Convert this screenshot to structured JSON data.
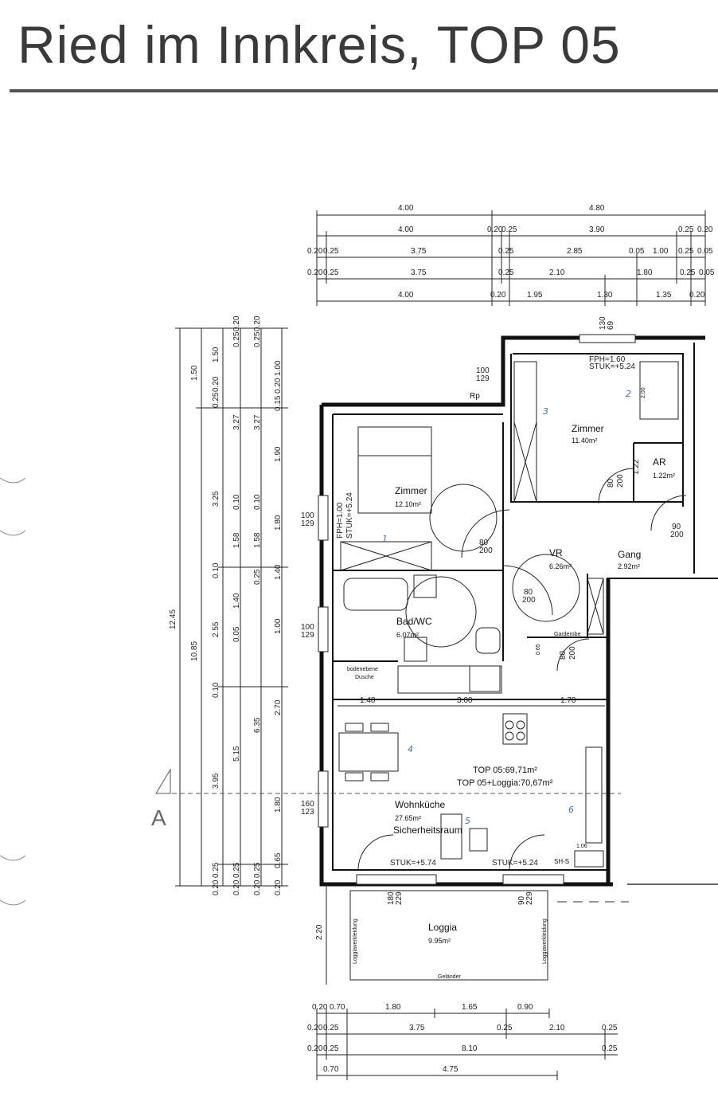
{
  "title": "Ried im Innkreis, TOP 05",
  "section_marker": "A",
  "rooms": {
    "zimmer1": {
      "name": "Zimmer",
      "area": "12.10m²"
    },
    "zimmer2": {
      "name": "Zimmer",
      "area": "11.40m²"
    },
    "ar": {
      "name": "AR",
      "area": "1.22m²"
    },
    "vr": {
      "name": "VR",
      "area": "6.26m²"
    },
    "gang": {
      "name": "Gang",
      "area": "2.92m²"
    },
    "bad": {
      "name": "Bad/WC",
      "area": "6.07m²"
    },
    "dusche": [
      "bodenebene",
      "Dusche"
    ],
    "wohn": {
      "name": "Wohnküche",
      "area": "27.65m²",
      "sub": "Sicherheitsraum"
    },
    "loggia": {
      "name": "Loggia",
      "area": "9.95m²"
    },
    "garderobe": "Garderobe",
    "gelaender": "Geländer",
    "loggiaverkl": "Loggiaverkleidung",
    "totals": [
      "TOP 05:69,71m²",
      "TOP 05+Loggia:70,67m²"
    ],
    "sh": "SH-S",
    "rp": "Rp"
  },
  "handwritten": [
    "1",
    "2",
    "3",
    "4",
    "5",
    "6"
  ],
  "dims_top": [
    [
      "4.00",
      "4.80"
    ],
    [
      "4.00",
      "0.20",
      "0.25",
      "3.90",
      "0.25",
      "0.20"
    ],
    [
      "0.20",
      "0.25",
      "3.75",
      "0.25",
      "2.85",
      "0.05",
      "1.00",
      "0.25",
      "0.05"
    ],
    [
      "0.20",
      "0.25",
      "3.75",
      "0.25",
      "2.10",
      "1.80",
      "0.25",
      "0.05"
    ],
    [
      "4.00",
      "0.20",
      "1.95",
      "1.30",
      "1.35",
      "0.20"
    ]
  ],
  "dims_left": {
    "total": "12.45",
    "sub": "10.85",
    "c3": [
      "1.50",
      "0.25",
      "0.20",
      "3.25",
      "0.10",
      "2.55",
      "0.10",
      "3.95",
      "0.20",
      "0.25"
    ],
    "c4": [
      "1.50",
      "3.27",
      "0.10",
      "1.58",
      "1.40",
      "0.05",
      "5.15",
      "0.20",
      "0.25"
    ],
    "c5": [
      "0.25",
      "0.20",
      "3.27",
      "0.10",
      "1.58",
      "0.25",
      "6.35",
      "0.20",
      "0.25"
    ],
    "c6": [
      "0.25",
      "0.20",
      "1.00",
      "0.20",
      "0.15",
      "1.90",
      "1.80",
      "1.40",
      "1.00",
      "2.70",
      "1.80",
      "0.65",
      "0.20"
    ]
  },
  "dims_bottom": [
    [
      "0.20",
      "0.70",
      "1.80",
      "1.65",
      "0.90"
    ],
    [
      "0.20",
      "0.25",
      "3.75",
      "0.25",
      "2.10",
      "0.25"
    ],
    [
      "0.20",
      "0.25",
      "8.10",
      "0.25"
    ],
    [
      "0.70",
      "4.75"
    ]
  ],
  "internal_dims": [
    "1.40",
    "3.00",
    "1.70",
    "2.20"
  ],
  "window_tags": [
    "100",
    "129",
    "100",
    "129",
    "100",
    "129",
    "160",
    "123",
    "130",
    "69",
    "180",
    "229",
    "90",
    "229"
  ],
  "door_tags": [
    "80",
    "200",
    "80",
    "200",
    "80",
    "200",
    "90",
    "200",
    "80",
    "200",
    "1.22"
  ],
  "stuk_tags": [
    "FPH=1.00",
    "STUK=+5.24",
    "FPH=1.60",
    "STUK=+5.24",
    "STUK=+5.74",
    "STUK=+5.24"
  ],
  "misc": [
    "1.06",
    "2.00",
    "0.65"
  ]
}
